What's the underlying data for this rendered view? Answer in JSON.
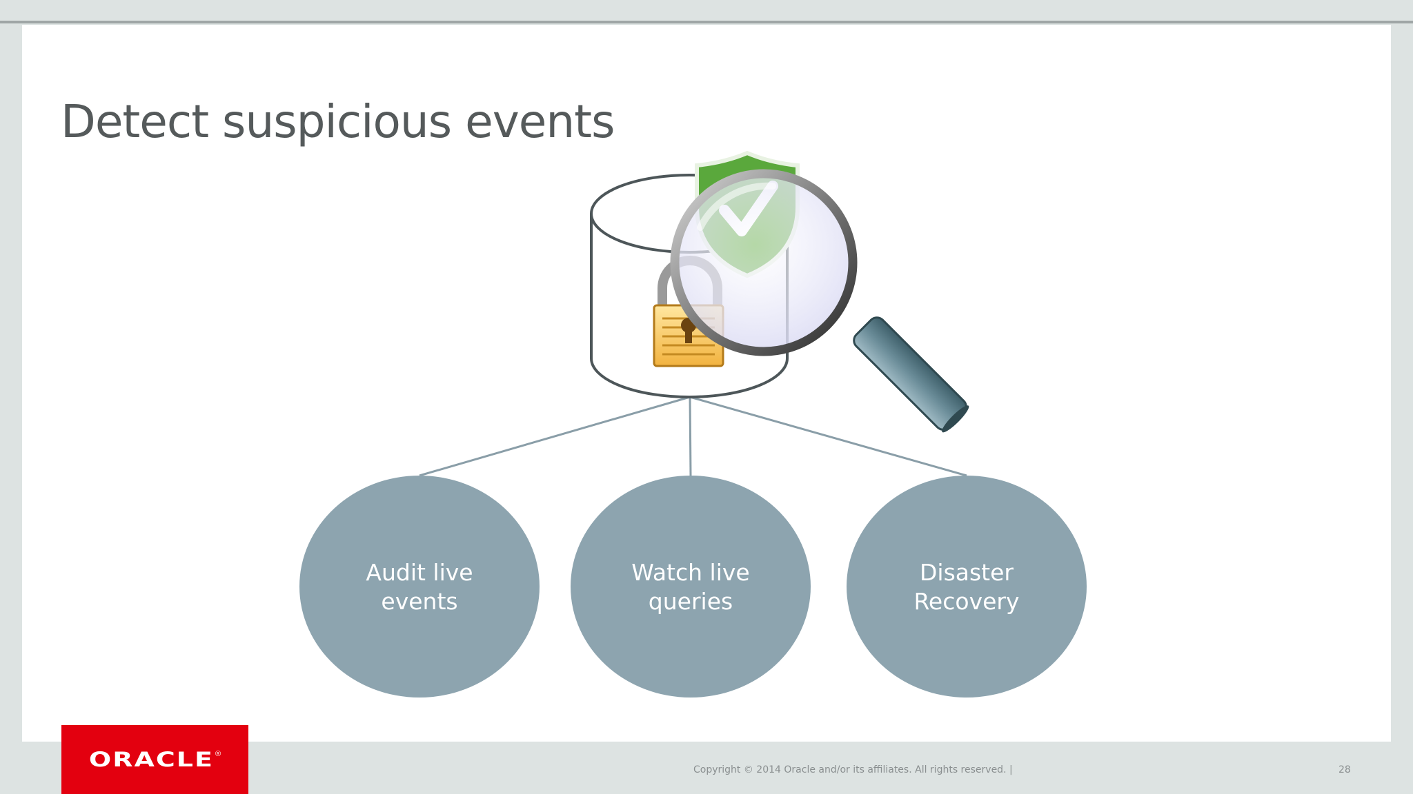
{
  "slide": {
    "title": "Detect suspicious events",
    "page_number": "28"
  },
  "footer": {
    "copyright": "Copyright © 2014 Oracle and/or its affiliates. All rights reserved.  |",
    "logo_text": "ORACLE",
    "logo_mark": "®"
  },
  "diagram": {
    "icons": [
      "database-icon",
      "padlock-icon",
      "shield-check-icon",
      "magnifier-icon"
    ],
    "nodes": [
      {
        "line1": "Audit live",
        "line2": "events"
      },
      {
        "line1": "Watch live",
        "line2": "queries"
      },
      {
        "line1": "Disaster",
        "line2": "Recovery"
      }
    ]
  },
  "colors": {
    "background": "#dde3e2",
    "slide": "#ffffff",
    "title": "#555a5b",
    "node_fill": "#8da4af",
    "connector": "#8a9ea8",
    "logo_red": "#e3000f",
    "shield_green": "#5aa83c"
  }
}
